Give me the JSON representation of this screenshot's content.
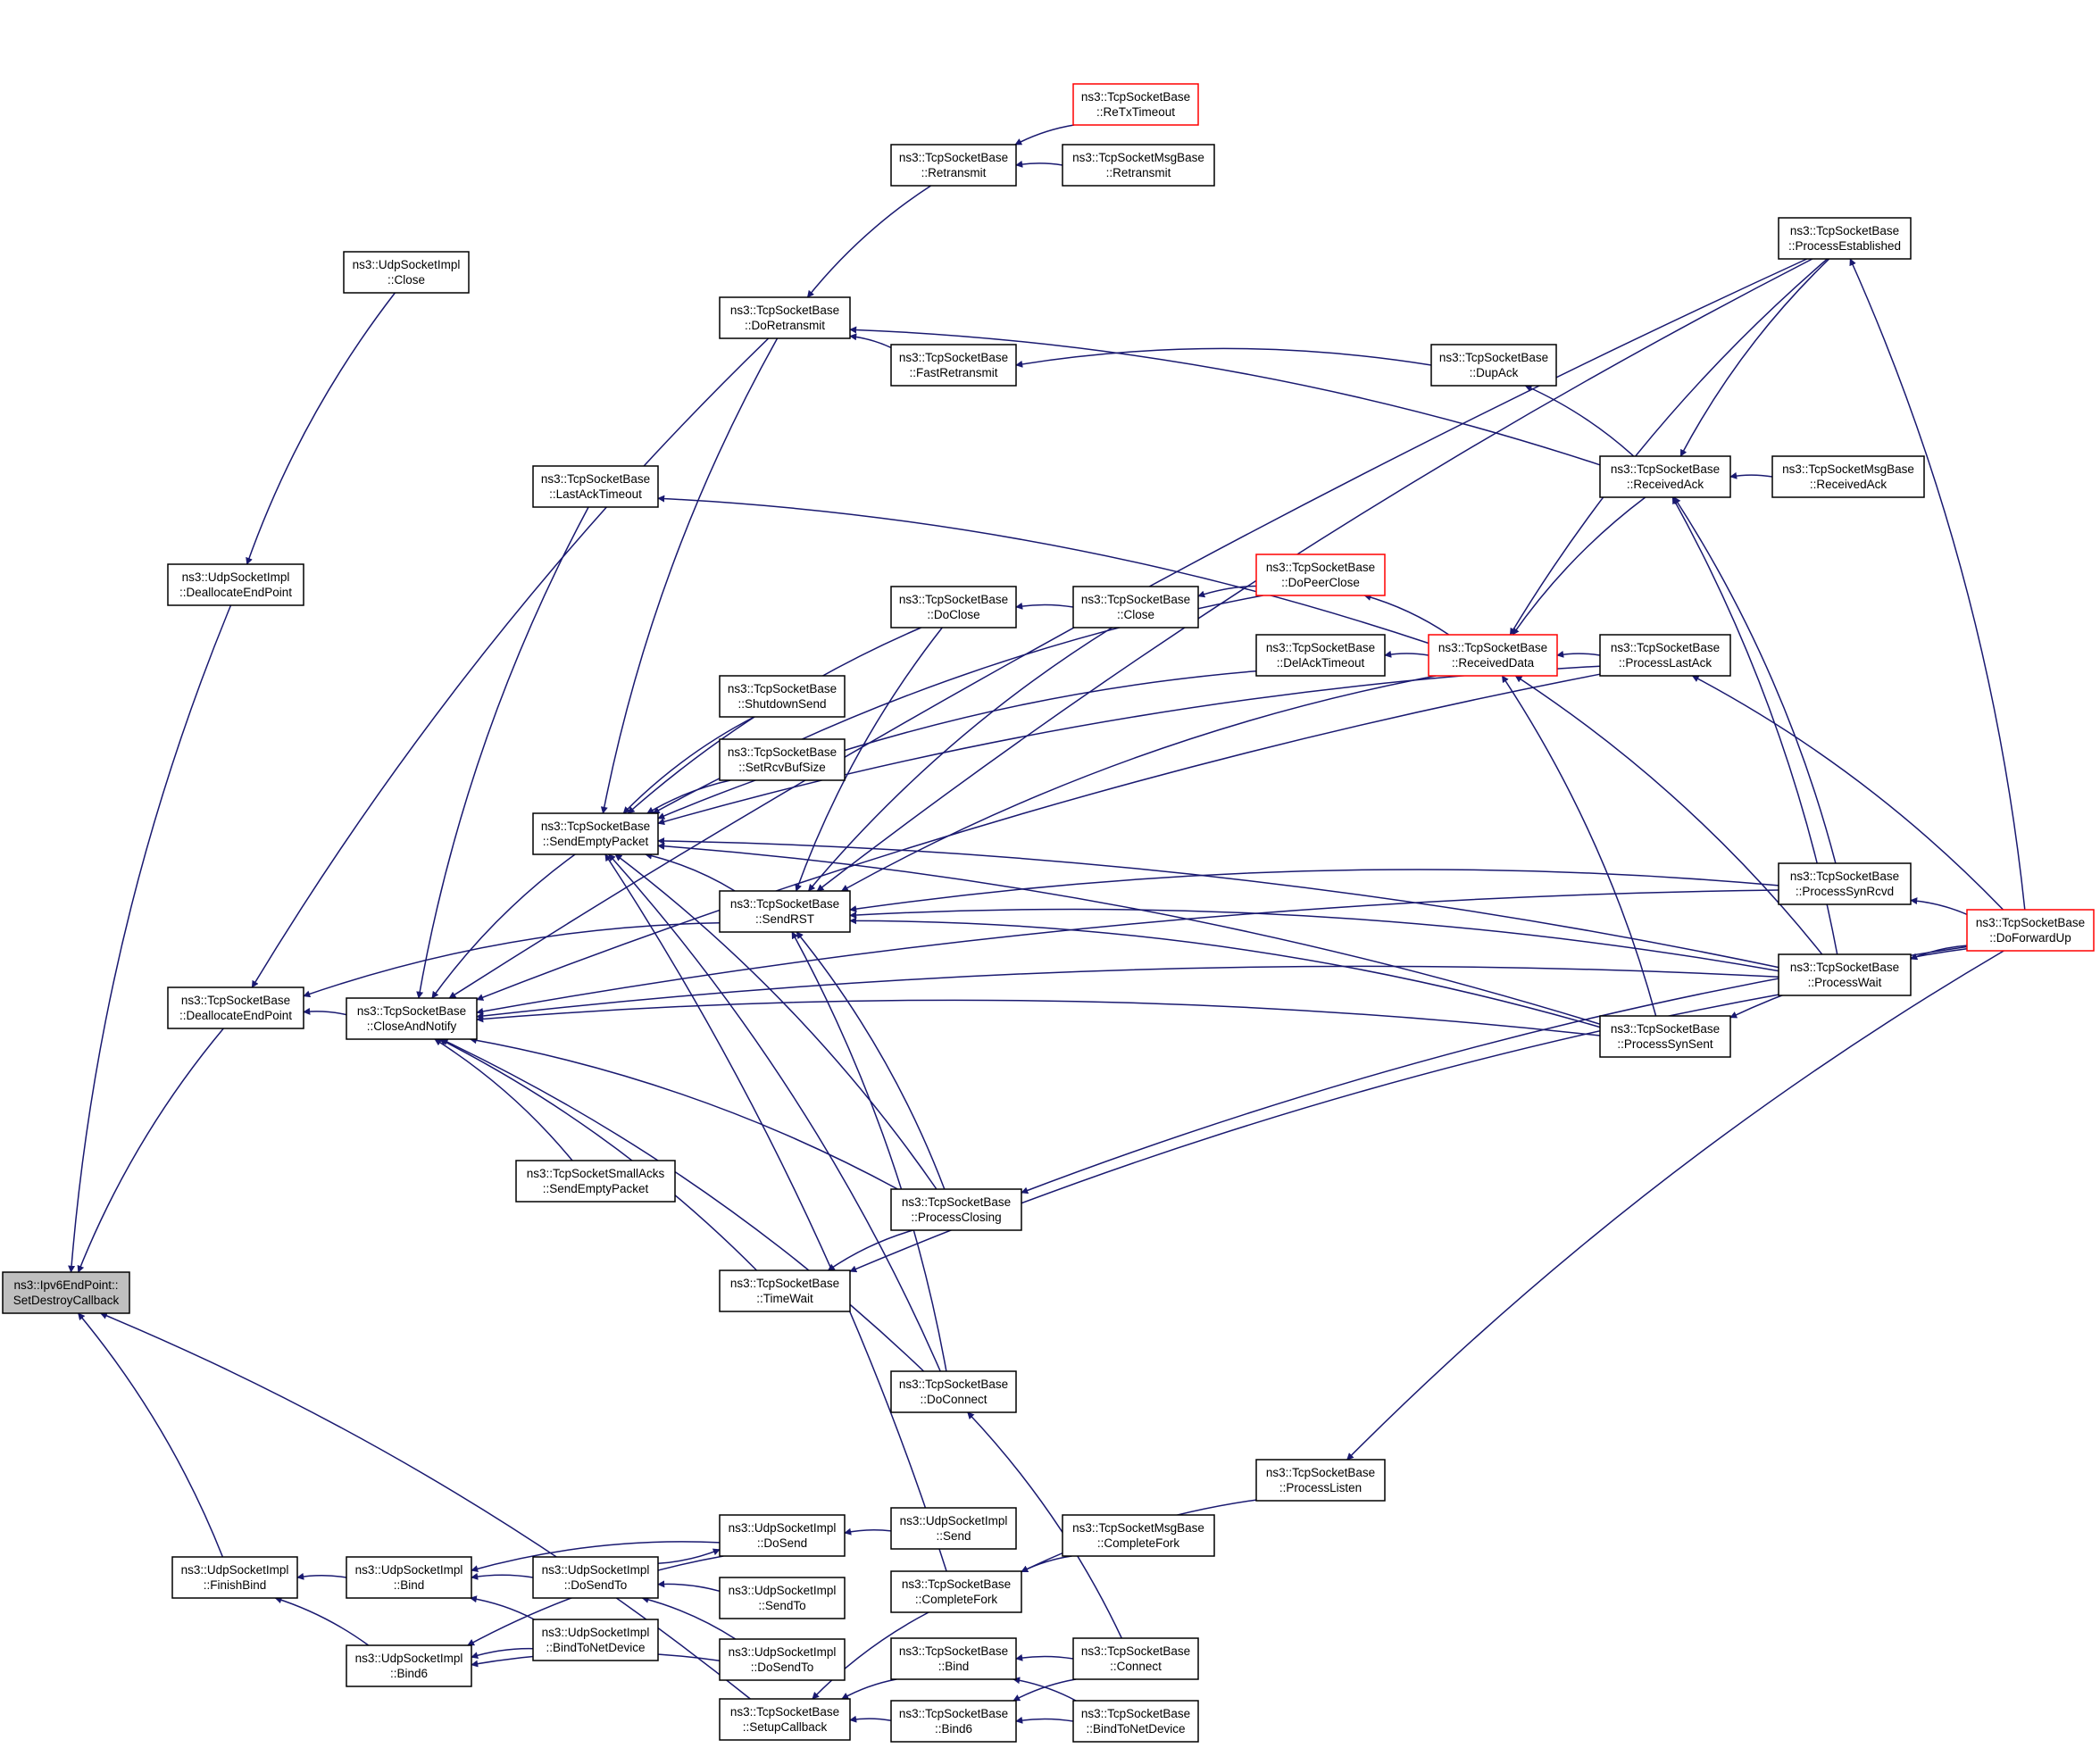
{
  "nodes": [
    {
      "id": "root",
      "lines": [
        "ns3::Ipv6EndPoint::",
        "SetDestroyCallback"
      ],
      "style": "highlight"
    },
    {
      "id": "udp_close",
      "lines": [
        "ns3::UdpSocketImpl",
        "::Close"
      ]
    },
    {
      "id": "udp_dealloc",
      "lines": [
        "ns3::UdpSocketImpl",
        "::DeallocateEndPoint"
      ]
    },
    {
      "id": "tcp_dealloc",
      "lines": [
        "ns3::TcpSocketBase",
        "::DeallocateEndPoint"
      ]
    },
    {
      "id": "udp_finishbind",
      "lines": [
        "ns3::UdpSocketImpl",
        "::FinishBind"
      ]
    },
    {
      "id": "close_notify",
      "lines": [
        "ns3::TcpSocketBase",
        "::CloseAndNotify"
      ]
    },
    {
      "id": "udp_bind",
      "lines": [
        "ns3::UdpSocketImpl",
        "::Bind"
      ]
    },
    {
      "id": "udp_bind6",
      "lines": [
        "ns3::UdpSocketImpl",
        "::Bind6"
      ]
    },
    {
      "id": "lastack_timeout",
      "lines": [
        "ns3::TcpSocketBase",
        "::LastAckTimeout"
      ]
    },
    {
      "id": "send_empty",
      "lines": [
        "ns3::TcpSocketBase",
        "::SendEmptyPacket"
      ]
    },
    {
      "id": "smallacks_send_empty",
      "lines": [
        "ns3::TcpSocketSmallAcks",
        "::SendEmptyPacket"
      ]
    },
    {
      "id": "udp_dosendto_a",
      "lines": [
        "ns3::UdpSocketImpl",
        "::DoSendTo"
      ]
    },
    {
      "id": "udp_bindtonet",
      "lines": [
        "ns3::UdpSocketImpl",
        "::BindToNetDevice"
      ]
    },
    {
      "id": "do_retransmit",
      "lines": [
        "ns3::TcpSocketBase",
        "::DoRetransmit"
      ]
    },
    {
      "id": "shutdown_send",
      "lines": [
        "ns3::TcpSocketBase",
        "::ShutdownSend"
      ]
    },
    {
      "id": "set_rcvbuf",
      "lines": [
        "ns3::TcpSocketBase",
        "::SetRcvBufSize"
      ]
    },
    {
      "id": "send_rst",
      "lines": [
        "ns3::TcpSocketBase",
        "::SendRST"
      ]
    },
    {
      "id": "time_wait",
      "lines": [
        "ns3::TcpSocketBase",
        "::TimeWait"
      ]
    },
    {
      "id": "udp_dosend",
      "lines": [
        "ns3::UdpSocketImpl",
        "::DoSend"
      ]
    },
    {
      "id": "udp_sendto",
      "lines": [
        "ns3::UdpSocketImpl",
        "::SendTo"
      ]
    },
    {
      "id": "udp_dosendto_b",
      "lines": [
        "ns3::UdpSocketImpl",
        "::DoSendTo"
      ]
    },
    {
      "id": "setup_callback",
      "lines": [
        "ns3::TcpSocketBase",
        "::SetupCallback"
      ]
    },
    {
      "id": "retransmit",
      "lines": [
        "ns3::TcpSocketBase",
        "::Retransmit"
      ]
    },
    {
      "id": "fast_retransmit",
      "lines": [
        "ns3::TcpSocketBase",
        "::FastRetransmit"
      ]
    },
    {
      "id": "do_close",
      "lines": [
        "ns3::TcpSocketBase",
        "::DoClose"
      ]
    },
    {
      "id": "process_closing",
      "lines": [
        "ns3::TcpSocketBase",
        "::ProcessClosing"
      ]
    },
    {
      "id": "do_connect",
      "lines": [
        "ns3::TcpSocketBase",
        "::DoConnect"
      ]
    },
    {
      "id": "udp_send",
      "lines": [
        "ns3::UdpSocketImpl",
        "::Send"
      ]
    },
    {
      "id": "complete_fork",
      "lines": [
        "ns3::TcpSocketBase",
        "::CompleteFork"
      ]
    },
    {
      "id": "tcp_bind",
      "lines": [
        "ns3::TcpSocketBase",
        "::Bind"
      ]
    },
    {
      "id": "tcp_bind6",
      "lines": [
        "ns3::TcpSocketBase",
        "::Bind6"
      ]
    },
    {
      "id": "retx_timeout",
      "lines": [
        "ns3::TcpSocketBase",
        "::ReTxTimeout"
      ],
      "style": "truncated"
    },
    {
      "id": "msg_retransmit",
      "lines": [
        "ns3::TcpSocketMsgBase",
        "::Retransmit"
      ]
    },
    {
      "id": "close",
      "lines": [
        "ns3::TcpSocketBase",
        "::Close"
      ]
    },
    {
      "id": "msg_complete_fork",
      "lines": [
        "ns3::TcpSocketMsgBase",
        "::CompleteFork"
      ]
    },
    {
      "id": "connect",
      "lines": [
        "ns3::TcpSocketBase",
        "::Connect"
      ]
    },
    {
      "id": "bind_to_net",
      "lines": [
        "ns3::TcpSocketBase",
        "::BindToNetDevice"
      ]
    },
    {
      "id": "do_peer_close",
      "lines": [
        "ns3::TcpSocketBase",
        "::DoPeerClose"
      ],
      "style": "truncated"
    },
    {
      "id": "delack_timeout",
      "lines": [
        "ns3::TcpSocketBase",
        "::DelAckTimeout"
      ]
    },
    {
      "id": "process_listen",
      "lines": [
        "ns3::TcpSocketBase",
        "::ProcessListen"
      ]
    },
    {
      "id": "received_data",
      "lines": [
        "ns3::TcpSocketBase",
        "::ReceivedData"
      ],
      "style": "truncated"
    },
    {
      "id": "dup_ack",
      "lines": [
        "ns3::TcpSocketBase",
        "::DupAck"
      ]
    },
    {
      "id": "received_ack",
      "lines": [
        "ns3::TcpSocketBase",
        "::ReceivedAck"
      ]
    },
    {
      "id": "process_lastack",
      "lines": [
        "ns3::TcpSocketBase",
        "::ProcessLastAck"
      ]
    },
    {
      "id": "process_synsent",
      "lines": [
        "ns3::TcpSocketBase",
        "::ProcessSynSent"
      ]
    },
    {
      "id": "process_established",
      "lines": [
        "ns3::TcpSocketBase",
        "::ProcessEstablished"
      ]
    },
    {
      "id": "msg_received_ack",
      "lines": [
        "ns3::TcpSocketMsgBase",
        "::ReceivedAck"
      ]
    },
    {
      "id": "process_synrcvd",
      "lines": [
        "ns3::TcpSocketBase",
        "::ProcessSynRcvd"
      ]
    },
    {
      "id": "process_wait",
      "lines": [
        "ns3::TcpSocketBase",
        "::ProcessWait"
      ]
    },
    {
      "id": "do_forward_up",
      "lines": [
        "ns3::TcpSocketBase",
        "::DoForwardUp"
      ],
      "style": "truncated"
    }
  ],
  "edges": [
    [
      "udp_close",
      "udp_dealloc"
    ],
    [
      "udp_dealloc",
      "root"
    ],
    [
      "tcp_dealloc",
      "root"
    ],
    [
      "udp_finishbind",
      "root"
    ],
    [
      "setup_callback",
      "root"
    ],
    [
      "do_retransmit",
      "tcp_dealloc"
    ],
    [
      "close_notify",
      "tcp_dealloc"
    ],
    [
      "send_rst",
      "tcp_dealloc"
    ],
    [
      "udp_bind",
      "udp_finishbind"
    ],
    [
      "udp_bind6",
      "udp_finishbind"
    ],
    [
      "lastack_timeout",
      "close_notify"
    ],
    [
      "send_empty",
      "close_notify"
    ],
    [
      "smallacks_send_empty",
      "close_notify"
    ],
    [
      "process_closing",
      "close_notify"
    ],
    [
      "time_wait",
      "close_notify"
    ],
    [
      "do_connect",
      "close_notify"
    ],
    [
      "process_synsent",
      "close_notify"
    ],
    [
      "process_synrcvd",
      "close_notify"
    ],
    [
      "process_wait",
      "close_notify"
    ],
    [
      "process_established",
      "close_notify"
    ],
    [
      "process_lastack",
      "close_notify"
    ],
    [
      "udp_dosendto_a",
      "udp_bind"
    ],
    [
      "udp_dosend",
      "udp_bind"
    ],
    [
      "udp_bindtonet",
      "udp_bind"
    ],
    [
      "udp_bindtonet",
      "udp_bind6"
    ],
    [
      "udp_dosend",
      "udp_bind6"
    ],
    [
      "udp_dosendto_b",
      "udp_bind6"
    ],
    [
      "received_data",
      "lastack_timeout"
    ],
    [
      "do_retransmit",
      "send_empty"
    ],
    [
      "shutdown_send",
      "send_empty"
    ],
    [
      "set_rcvbuf",
      "send_empty"
    ],
    [
      "send_rst",
      "send_empty"
    ],
    [
      "do_close",
      "send_empty"
    ],
    [
      "process_closing",
      "send_empty"
    ],
    [
      "do_connect",
      "send_empty"
    ],
    [
      "complete_fork",
      "send_empty"
    ],
    [
      "delack_timeout",
      "send_empty"
    ],
    [
      "do_peer_close",
      "send_empty"
    ],
    [
      "process_wait",
      "send_empty"
    ],
    [
      "process_synsent",
      "send_empty"
    ],
    [
      "process_lastack",
      "send_empty"
    ],
    [
      "udp_dosendto_a",
      "udp_dosend"
    ],
    [
      "udp_send",
      "udp_dosend"
    ],
    [
      "udp_sendto",
      "udp_dosendto_a"
    ],
    [
      "udp_dosendto_b",
      "udp_dosendto_a"
    ],
    [
      "retransmit",
      "do_retransmit"
    ],
    [
      "fast_retransmit",
      "do_retransmit"
    ],
    [
      "received_ack",
      "do_retransmit"
    ],
    [
      "do_close",
      "send_rst"
    ],
    [
      "close",
      "send_rst"
    ],
    [
      "received_data",
      "send_rst"
    ],
    [
      "process_synrcvd",
      "send_rst"
    ],
    [
      "process_wait",
      "send_rst"
    ],
    [
      "process_synsent",
      "send_rst"
    ],
    [
      "process_closing",
      "send_rst"
    ],
    [
      "do_connect",
      "send_rst"
    ],
    [
      "process_established",
      "send_rst"
    ],
    [
      "process_closing",
      "time_wait"
    ],
    [
      "process_wait",
      "time_wait"
    ],
    [
      "retx_timeout",
      "retransmit"
    ],
    [
      "msg_retransmit",
      "retransmit"
    ],
    [
      "dup_ack",
      "fast_retransmit"
    ],
    [
      "close",
      "do_close"
    ],
    [
      "do_peer_close",
      "close"
    ],
    [
      "received_data",
      "do_peer_close"
    ],
    [
      "received_data",
      "delack_timeout"
    ],
    [
      "do_forward_up",
      "process_closing"
    ],
    [
      "connect",
      "do_connect"
    ],
    [
      "msg_complete_fork",
      "complete_fork"
    ],
    [
      "process_listen",
      "complete_fork"
    ],
    [
      "do_forward_up",
      "process_listen"
    ],
    [
      "complete_fork",
      "setup_callback"
    ],
    [
      "tcp_bind",
      "setup_callback"
    ],
    [
      "tcp_bind6",
      "setup_callback"
    ],
    [
      "connect",
      "tcp_bind"
    ],
    [
      "bind_to_net",
      "tcp_bind"
    ],
    [
      "connect",
      "tcp_bind6"
    ],
    [
      "bind_to_net",
      "tcp_bind6"
    ],
    [
      "process_established",
      "received_data"
    ],
    [
      "received_ack",
      "received_data"
    ],
    [
      "process_lastack",
      "received_data"
    ],
    [
      "process_synsent",
      "received_data"
    ],
    [
      "process_wait",
      "received_data"
    ],
    [
      "received_ack",
      "dup_ack"
    ],
    [
      "process_established",
      "received_ack"
    ],
    [
      "msg_received_ack",
      "received_ack"
    ],
    [
      "process_synrcvd",
      "received_ack"
    ],
    [
      "process_wait",
      "received_ack"
    ],
    [
      "do_forward_up",
      "process_established"
    ],
    [
      "do_forward_up",
      "process_lastack"
    ],
    [
      "do_forward_up",
      "process_synrcvd"
    ],
    [
      "do_forward_up",
      "process_wait"
    ],
    [
      "do_forward_up",
      "process_synsent"
    ]
  ]
}
